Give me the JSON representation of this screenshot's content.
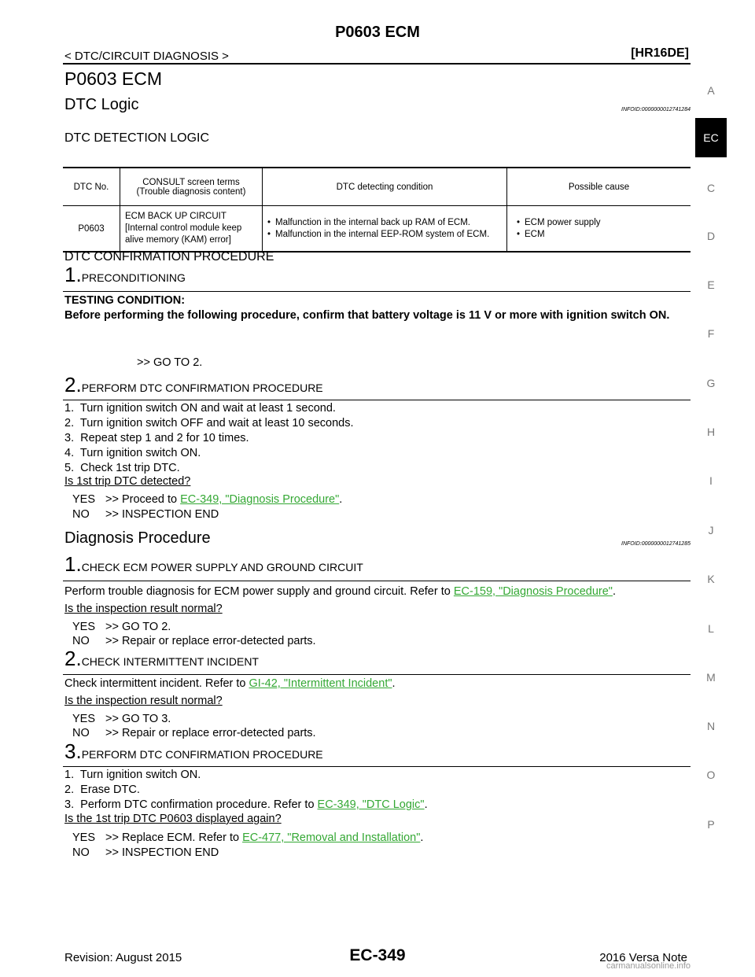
{
  "header": {
    "page_title": "P0603 ECM",
    "breadcrumb": "< DTC/CIRCUIT DIAGNOSIS >",
    "engine": "[HR16DE]"
  },
  "main_title": "P0603 ECM",
  "dtc_logic": {
    "heading": "DTC Logic",
    "infoid": "INFOID:0000000012741284",
    "subheading": "DTC DETECTION LOGIC",
    "table": {
      "headers": [
        "DTC No.",
        "CONSULT screen terms\n(Trouble diagnosis content)",
        "DTC detecting condition",
        "Possible cause"
      ],
      "row": {
        "dtc": "P0603",
        "consult": "ECM BACK UP CIRCUIT\n[Internal control module keep\nalive memory (KAM) error]",
        "conditions": [
          "Malfunction in the internal back up RAM of ECM.",
          "Malfunction in the internal EEP-ROM system of ECM."
        ],
        "causes": [
          "ECM power supply",
          "ECM"
        ]
      }
    }
  },
  "confirmation": {
    "heading": "DTC CONFIRMATION PROCEDURE",
    "step1": {
      "num": "1.",
      "label": "PRECONDITIONING",
      "testing_title": "TESTING CONDITION:",
      "testing_text": "Before performing the following procedure, confirm that battery voltage is 11 V or more with ignition switch ON.",
      "goto": ">> GO TO 2."
    },
    "step2": {
      "num": "2.",
      "label": "PERFORM DTC CONFIRMATION PROCEDURE",
      "items": [
        "1.  Turn ignition switch ON and wait at least 1 second.",
        "2.  Turn ignition switch OFF and wait at least 10 seconds.",
        "3.  Repeat step 1 and 2 for 10 times.",
        "4.  Turn ignition switch ON.",
        "5.  Check 1st trip DTC."
      ],
      "question": "Is 1st trip DTC detected?",
      "yes_key": "YES",
      "yes_text": ">> Proceed to ",
      "yes_link": "EC-349, \"Diagnosis Procedure\"",
      "yes_end": ".",
      "no_key": "NO",
      "no_text": ">> INSPECTION END"
    }
  },
  "diagnosis": {
    "heading": "Diagnosis Procedure",
    "infoid": "INFOID:0000000012741285",
    "step1": {
      "num": "1.",
      "label": "CHECK ECM POWER SUPPLY AND GROUND CIRCUIT",
      "text": "Perform trouble diagnosis for ECM power supply and ground circuit. Refer to ",
      "link": "EC-159, \"Diagnosis Procedure\"",
      "end": ".",
      "question": "Is the inspection result normal?",
      "yes_key": "YES",
      "yes_text": ">> GO TO 2.",
      "no_key": "NO",
      "no_text": ">> Repair or replace error-detected parts."
    },
    "step2": {
      "num": "2.",
      "label": "CHECK INTERMITTENT INCIDENT",
      "text": "Check intermittent incident. Refer to ",
      "link": "GI-42, \"Intermittent Incident\"",
      "end": ".",
      "question": "Is the inspection result normal?",
      "yes_key": "YES",
      "yes_text": ">> GO TO 3.",
      "no_key": "NO",
      "no_text": ">> Repair or replace error-detected parts."
    },
    "step3": {
      "num": "3.",
      "label": "PERFORM DTC CONFIRMATION PROCEDURE",
      "item1": "1.  Turn ignition switch ON.",
      "item2": "2.  Erase DTC.",
      "item3_text": "3.  Perform DTC confirmation procedure. Refer to ",
      "item3_link": "EC-349, \"DTC Logic\"",
      "item3_end": ".",
      "question": "Is the 1st trip DTC P0603 displayed again?",
      "yes_key": "YES",
      "yes_text": ">> Replace ECM. Refer to ",
      "yes_link": "EC-477, \"Removal and Installation\"",
      "yes_end": ".",
      "no_key": "NO",
      "no_text": ">> INSPECTION END"
    }
  },
  "side_index": [
    "A",
    "EC",
    "C",
    "D",
    "E",
    "F",
    "G",
    "H",
    "I",
    "J",
    "K",
    "L",
    "M",
    "N",
    "O",
    "P"
  ],
  "footer": {
    "revision": "Revision: August 2015",
    "page_number": "EC-349",
    "model": "2016 Versa Note",
    "watermark": "carmanualsonline.info"
  }
}
